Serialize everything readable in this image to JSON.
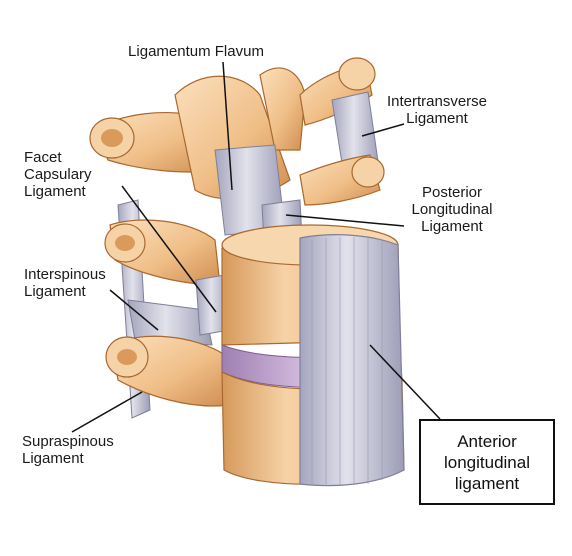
{
  "labels": {
    "ligamentum_flavum": "Ligamentum Flavum",
    "intertransverse": "Intertransverse\nLigament",
    "facet_capsulary": "Facet\nCapsulary\nLigament",
    "posterior_longitudinal": "Posterior\nLongitudinal\nLigament",
    "interspinous": "Interspinous\nLigament",
    "supraspinous": "Supraspinous\nLigament",
    "anterior_longitudinal": "Anterior\nlongitudinal\nligament"
  },
  "colors": {
    "bone": "#f3c998",
    "bone_shadow": "#d9995c",
    "bone_dark": "#b8743e",
    "ligament": "#c9c9d6",
    "ligament_dark": "#8e8ea8",
    "disc": "#b79ac6",
    "leader": "#111111"
  }
}
